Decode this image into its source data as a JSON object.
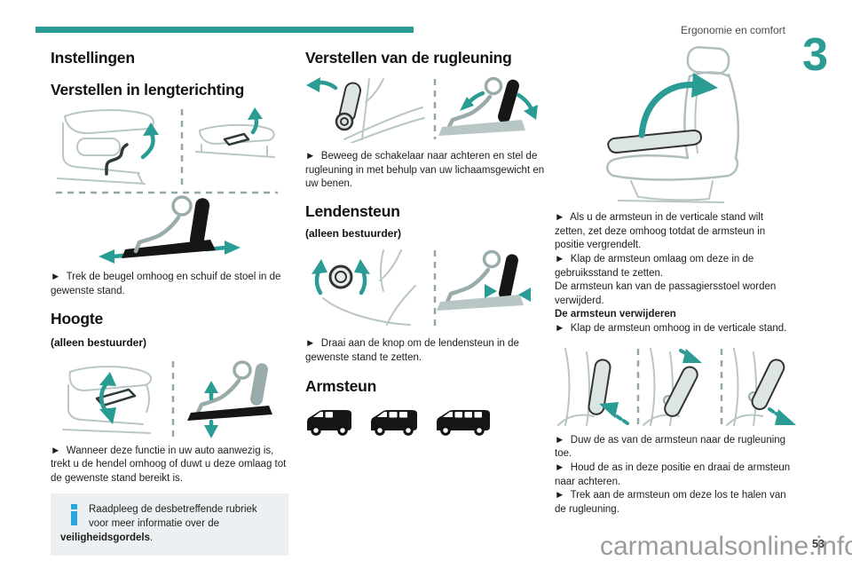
{
  "header": {
    "section_title": "Ergonomie en comfort",
    "chapter_number": "3"
  },
  "footer": {
    "page_number": "53",
    "watermark": "carmanualsonline.info"
  },
  "colors": {
    "accent_teal": "#2a9c94",
    "info_icon_blue": "#2ba7e0",
    "info_box_bg": "#edf0f2",
    "watermark_gray": "#8a8a8a"
  },
  "col1": {
    "heading_instellingen": "Instellingen",
    "heading_lengterichting": "Verstellen in lengterichting",
    "para_lengterichting": "►  Trek de beugel omhoog en schuif de stoel in de gewenste stand.",
    "heading_hoogte": "Hoogte",
    "subheading_hoogte": "(alleen bestuurder)",
    "para_hoogte": "►  Wanneer deze functie in uw auto aanwezig is, trekt u de hendel omhoog of duwt u deze omlaag tot de gewenste stand bereikt is.",
    "info_text": "Raadpleeg de desbetreffende rubriek voor meer informatie over de ",
    "info_bold": "veiligheidsgordels",
    "info_suffix": "."
  },
  "col2": {
    "heading_rugleuning": "Verstellen van de rugleuning",
    "para_rugleuning": "►  Beweeg de schakelaar naar achteren en stel de rugleuning in met behulp van uw lichaamsgewicht en uw benen.",
    "heading_lendensteun": "Lendensteun",
    "subheading_lendensteun": "(alleen bestuurder)",
    "para_lendensteun": "►  Draai aan de knop om de lendensteun in de gewenste stand te zetten.",
    "heading_armsteun": "Armsteun"
  },
  "col3": {
    "para_armsteun_1": "►  Als u de armsteun in de verticale stand wilt zetten, zet deze omhoog totdat de armsteun in positie vergrendelt.",
    "para_armsteun_2": "►  Klap de armsteun omlaag om deze in de gebruiksstand te zetten.",
    "para_armsteun_3": "De armsteun kan van de passagiersstoel worden verwijderd.",
    "heading_verwijderen": "De armsteun verwijderen",
    "para_armsteun_4": "►  Klap de armsteun omhoog in de verticale stand.",
    "para_armsteun_5": "►  Duw de as van de armsteun naar de rugleuning toe.",
    "para_armsteun_6": "►  Houd de as in deze positie en draai de armsteun naar achteren.",
    "para_armsteun_7": "►  Trek aan de armsteun om deze los te halen van de rugleuning."
  }
}
